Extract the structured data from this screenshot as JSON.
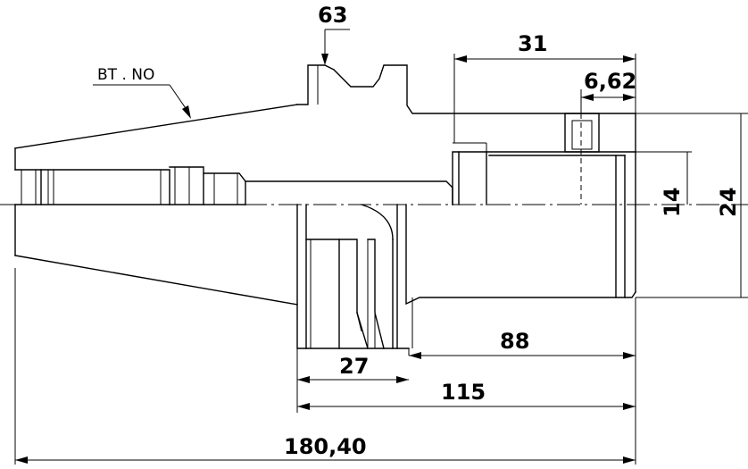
{
  "labels": {
    "designation": "BT . NO",
    "flange_diameter": "63",
    "projection_length": "31",
    "bore_depth": "6,62",
    "bore_diameter": "14",
    "outer_diameter": "24",
    "flange_width": "27",
    "gauge_length": "88",
    "body_length": "115",
    "overall_length": "180,40"
  }
}
